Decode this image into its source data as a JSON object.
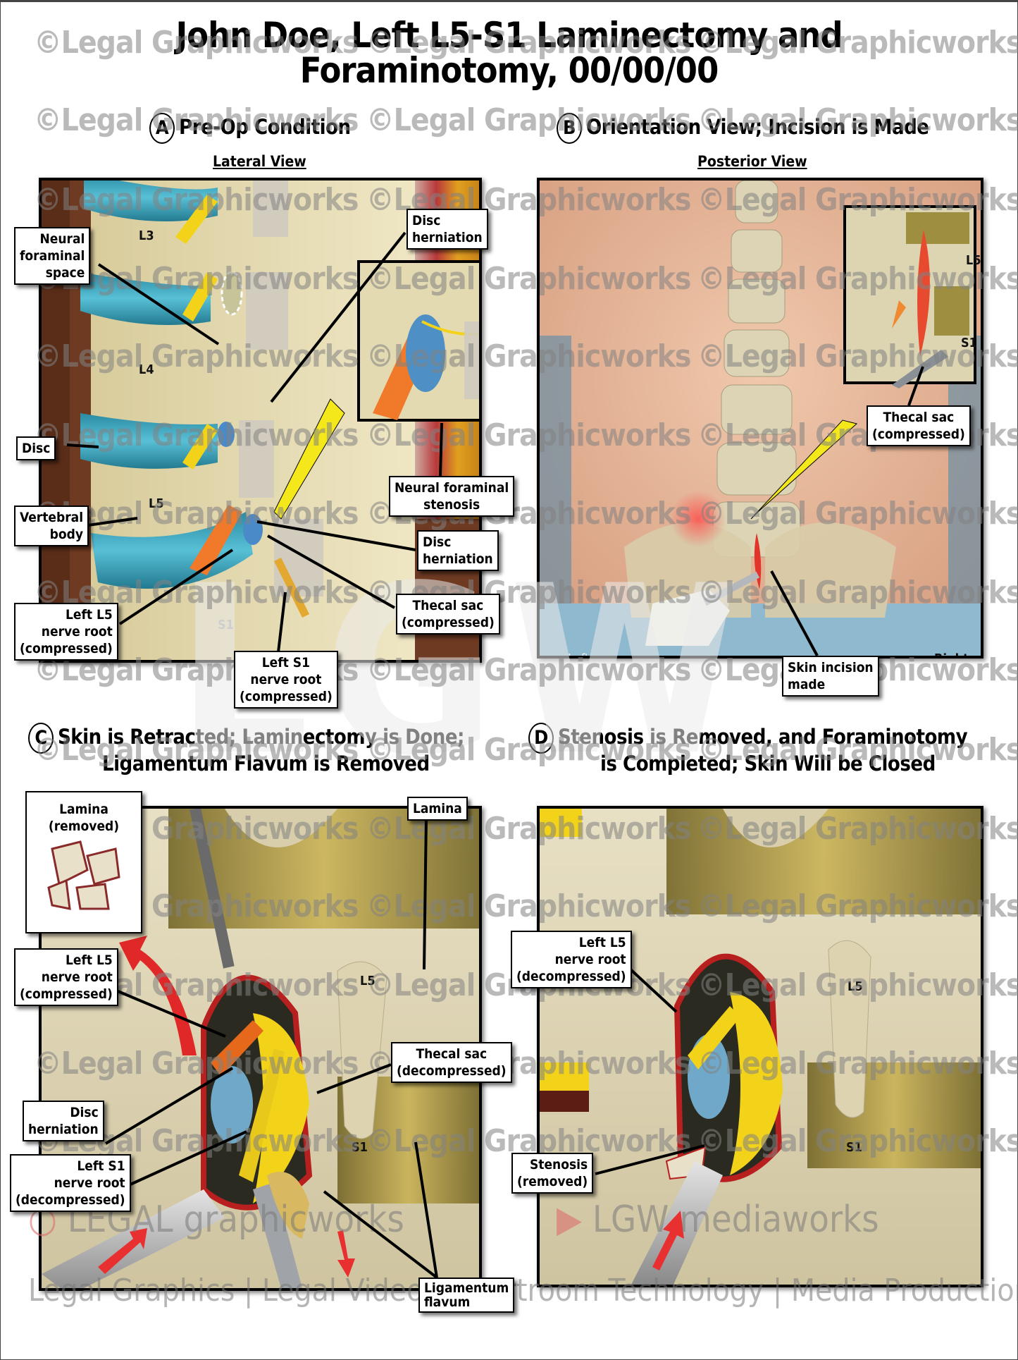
{
  "title": {
    "line1": "John Doe, Left L5-S1 Laminectomy and",
    "line2": "Foraminotomy, 00/00/00"
  },
  "panels": {
    "a": {
      "letter": "A",
      "heading": "Pre-Op Condition",
      "view": "Lateral View",
      "vertebrae": [
        "L3",
        "L4",
        "L5",
        "S1"
      ],
      "labels": {
        "neural_foraminal_space": [
          "Neural",
          "foraminal",
          "space"
        ],
        "disc_herniation_top": [
          "Disc",
          "herniation"
        ],
        "disc": "Disc",
        "vertebral_body": [
          "Vertebral",
          "body"
        ],
        "neural_foraminal_stenosis": [
          "Neural foraminal",
          "stenosis"
        ],
        "disc_herniation_bottom": [
          "Disc",
          "herniation"
        ],
        "thecal_sac": [
          "Thecal sac",
          "(compressed)"
        ],
        "left_l5": [
          "Left L5",
          "nerve root",
          "(compressed)"
        ],
        "left_s1": [
          "Left S1",
          "nerve root",
          "(compressed)"
        ]
      }
    },
    "b": {
      "letter": "B",
      "heading": "Orientation View; Incision is Made",
      "view": "Posterior View",
      "inset_vertebrae": [
        "L5",
        "S1"
      ],
      "labels": {
        "thecal_sac": [
          "Thecal sac",
          "(compressed)"
        ],
        "skin_incision": [
          "Skin incision",
          "made"
        ],
        "left": "Left",
        "right": "Right"
      }
    },
    "c": {
      "letter": "C",
      "heading_line1": "Skin is Retracted; Laminectomy is Done;",
      "heading_line2": "Ligamentum Flavum is Removed",
      "vertebrae": [
        "L5",
        "S1"
      ],
      "labels": {
        "lamina_removed": [
          "Lamina",
          "(removed)"
        ],
        "lamina": "Lamina",
        "left_l5": [
          "Left L5",
          "nerve root",
          "(compressed)"
        ],
        "thecal_sac": [
          "Thecal sac",
          "(decompressed)"
        ],
        "disc_herniation": [
          "Disc",
          "herniation"
        ],
        "left_s1": [
          "Left S1",
          "nerve root",
          "(decompressed)"
        ],
        "ligamentum_flavum": [
          "Ligamentum",
          "flavum"
        ]
      }
    },
    "d": {
      "letter": "D",
      "heading_line1": "Stenosis is Removed, and Foraminotomy",
      "heading_line2": "is Completed; Skin Will be Closed",
      "vertebrae": [
        "L5",
        "S1"
      ],
      "labels": {
        "left_l5": [
          "Left L5",
          "nerve root",
          "(decompressed)"
        ],
        "stenosis": [
          "Stenosis",
          "(removed)"
        ]
      }
    }
  },
  "watermarks": {
    "copyright": "©Legal Graphicworks",
    "brand_left": "LEGAL graphicworks",
    "brand_right": "LGW mediaworks",
    "tagline": "Legal Graphics | Legal Video | Courtroom Technology | Media Production",
    "logo_letters": "LGW"
  },
  "colors": {
    "bone": "#e6dcb4",
    "disc": "#3ea7bf",
    "nerve": "#f2d31a",
    "skin": "#e8b89c",
    "tissue_red": "#c8282a",
    "inflamed": "#f07a2a",
    "label_border": "#000000"
  }
}
